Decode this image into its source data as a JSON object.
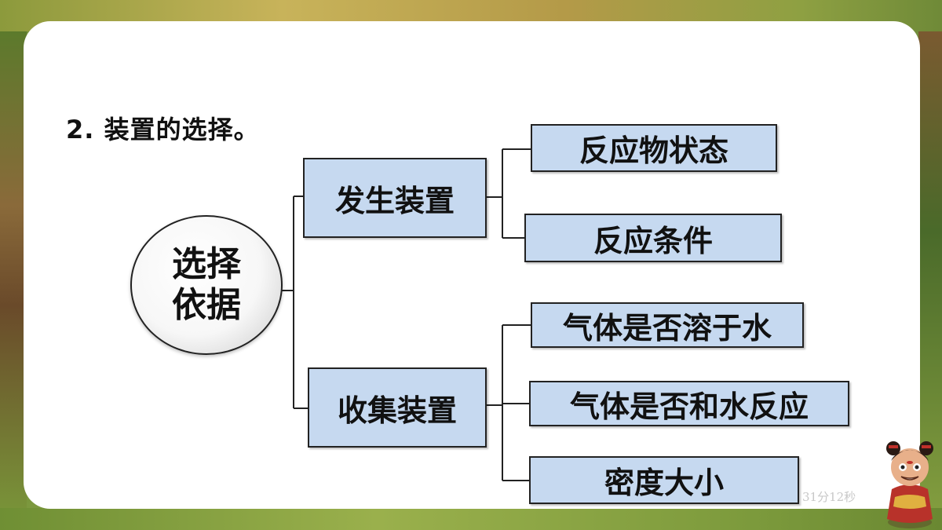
{
  "heading": "2. 装置的选择。",
  "root": {
    "line1": "选择",
    "line2": "依据"
  },
  "branches": [
    {
      "label": "发生装置",
      "children": [
        "反应物状态",
        "反应条件"
      ]
    },
    {
      "label": "收集装置",
      "children": [
        "气体是否溶于水",
        "气体是否和水反应",
        "密度大小"
      ]
    }
  ],
  "timer": "31分12秒",
  "colors": {
    "box_fill": "#c6d9f0",
    "card": "#ffffff",
    "line": "#222222"
  }
}
